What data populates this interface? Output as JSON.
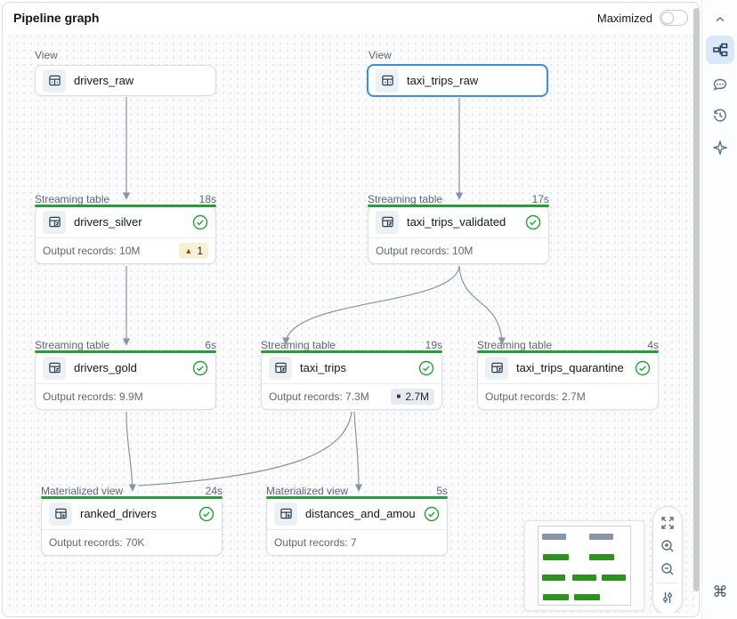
{
  "header": {
    "title": "Pipeline graph",
    "maximized_label": "Maximized",
    "maximized_state": "off"
  },
  "colors": {
    "success_green": "#23a035",
    "selected_blue": "#3d8fd1",
    "edge_gray": "#8496a8",
    "warning_bg": "#f8efd4",
    "warning_icon": "#95530e",
    "metric_bg": "#e7eaee",
    "minimap_green": "#2f911f",
    "minimap_gray": "#8696a7"
  },
  "nodes": [
    {
      "type_label": "View",
      "name": "drivers_raw",
      "icon": "view-table-icon",
      "selected": false
    },
    {
      "type_label": "View",
      "name": "taxi_trips_raw",
      "icon": "view-table-icon",
      "selected": true
    },
    {
      "type_label": "Streaming table",
      "duration": "18s",
      "name": "drivers_silver",
      "icon": "streaming-table-icon",
      "status": "success",
      "output": "Output records: 10M",
      "warning_count": "1"
    },
    {
      "type_label": "Streaming table",
      "duration": "17s",
      "name": "taxi_trips_validated",
      "icon": "streaming-table-icon",
      "status": "success",
      "output": "Output records: 10M"
    },
    {
      "type_label": "Streaming table",
      "duration": "6s",
      "name": "drivers_gold",
      "icon": "streaming-table-icon",
      "status": "success",
      "output": "Output records: 9.9M"
    },
    {
      "type_label": "Streaming table",
      "duration": "19s",
      "name": "taxi_trips",
      "icon": "streaming-table-icon",
      "status": "success",
      "output": "Output records: 7.3M",
      "metric_badge": "2.7M"
    },
    {
      "type_label": "Streaming table",
      "duration": "4s",
      "name": "taxi_trips_quarantine",
      "icon": "streaming-table-icon",
      "status": "success",
      "output": "Output records: 2.7M"
    },
    {
      "type_label": "Materialized view",
      "duration": "24s",
      "name": "ranked_drivers",
      "icon": "materialized-view-icon",
      "status": "success",
      "output": "Output records: 70K"
    },
    {
      "type_label": "Materialized view",
      "duration": "5s",
      "name": "distances_and_amounts_b...",
      "icon": "materialized-view-icon",
      "status": "success",
      "output": "Output records: 7"
    }
  ],
  "edges": [
    {
      "from": "drivers_raw",
      "to": "drivers_silver"
    },
    {
      "from": "taxi_trips_raw",
      "to": "taxi_trips_validated"
    },
    {
      "from": "drivers_silver",
      "to": "drivers_gold"
    },
    {
      "from": "taxi_trips_validated",
      "to": "taxi_trips"
    },
    {
      "from": "taxi_trips_validated",
      "to": "taxi_trips_quarantine"
    },
    {
      "from": "drivers_gold",
      "to": "ranked_drivers"
    },
    {
      "from": "taxi_trips",
      "to": "ranked_drivers"
    },
    {
      "from": "taxi_trips",
      "to": "distances_and_amounts_b..."
    }
  ],
  "zoom_toolbar": {
    "icons": [
      "fit-view-icon",
      "zoom-in-icon",
      "zoom-out-icon",
      "graph-settings-icon"
    ]
  },
  "sidebar": {
    "icons": [
      "chevron-up-icon",
      "lineage-graph-icon",
      "comments-icon",
      "history-icon",
      "sparkle-icon",
      "command-shortcut-icon"
    ],
    "active_icon": "lineage-graph-icon"
  }
}
